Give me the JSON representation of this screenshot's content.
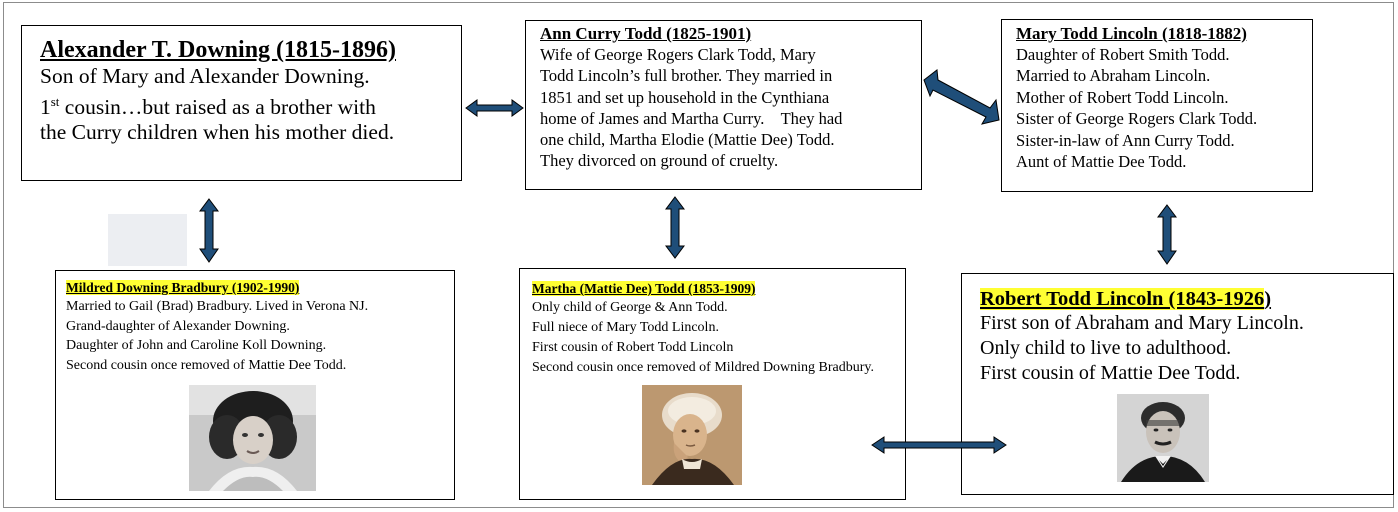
{
  "boxes": {
    "downing": {
      "title": "Alexander T. Downing (1815-1896)",
      "line1": "Son of Mary and Alexander Downing.",
      "line2_pre": "1",
      "line2_sup": "st",
      "line2_post": " cousin…but raised as a brother with",
      "line3": "the Curry children when his mother died."
    },
    "ann": {
      "title": "Ann Curry Todd (1825-1901)",
      "lines": [
        "Wife of George Rogers Clark Todd, Mary",
        "Todd Lincoln’s full brother.  They married in",
        "1851 and set up household in the Cynthiana",
        "home of James and Martha Curry.    They had",
        "one child, Martha Elodie (Mattie Dee) Todd.",
        "They divorced on ground of cruelty."
      ]
    },
    "mary": {
      "title": "Mary Todd Lincoln (1818-1882)",
      "lines": [
        "Daughter of Robert Smith Todd.",
        "Married to Abraham Lincoln.",
        "Mother of Robert Todd Lincoln.",
        "Sister of George Rogers Clark Todd.",
        "Sister-in-law of Ann Curry Todd.",
        "Aunt of Mattie Dee Todd."
      ]
    },
    "mildred": {
      "title": "Mildred Downing Bradbury (1902-1990)",
      "lines": [
        "Married to Gail (Brad) Bradbury.  Lived in Verona NJ.",
        "Grand-daughter of Alexander Downing.",
        "Daughter of John and Caroline Koll Downing.",
        "Second cousin once removed of Mattie Dee Todd."
      ]
    },
    "mattie": {
      "title": "Martha (Mattie Dee) Todd (1853-1909)",
      "lines": [
        "Only child of George & Ann Todd.",
        "Full niece of Mary Todd Lincoln.",
        "First cousin of Robert Todd Lincoln",
        "Second cousin once removed of Mildred Downing Bradbury."
      ]
    },
    "robert": {
      "title": "Robert Todd Lincoln (1843-1926",
      "title_close": ")",
      "lines": [
        "First son of Abraham and Mary Lincoln.",
        "Only child to live to adulthood.",
        "First cousin of Mattie Dee Todd."
      ]
    }
  },
  "colors": {
    "arrow_fill": "#1f4e79",
    "arrow_stroke": "#000000",
    "highlight": "#ffff33",
    "placeholder": "#eceef2"
  },
  "icons": [
    "double-arrow-icon",
    "portrait-photo"
  ]
}
